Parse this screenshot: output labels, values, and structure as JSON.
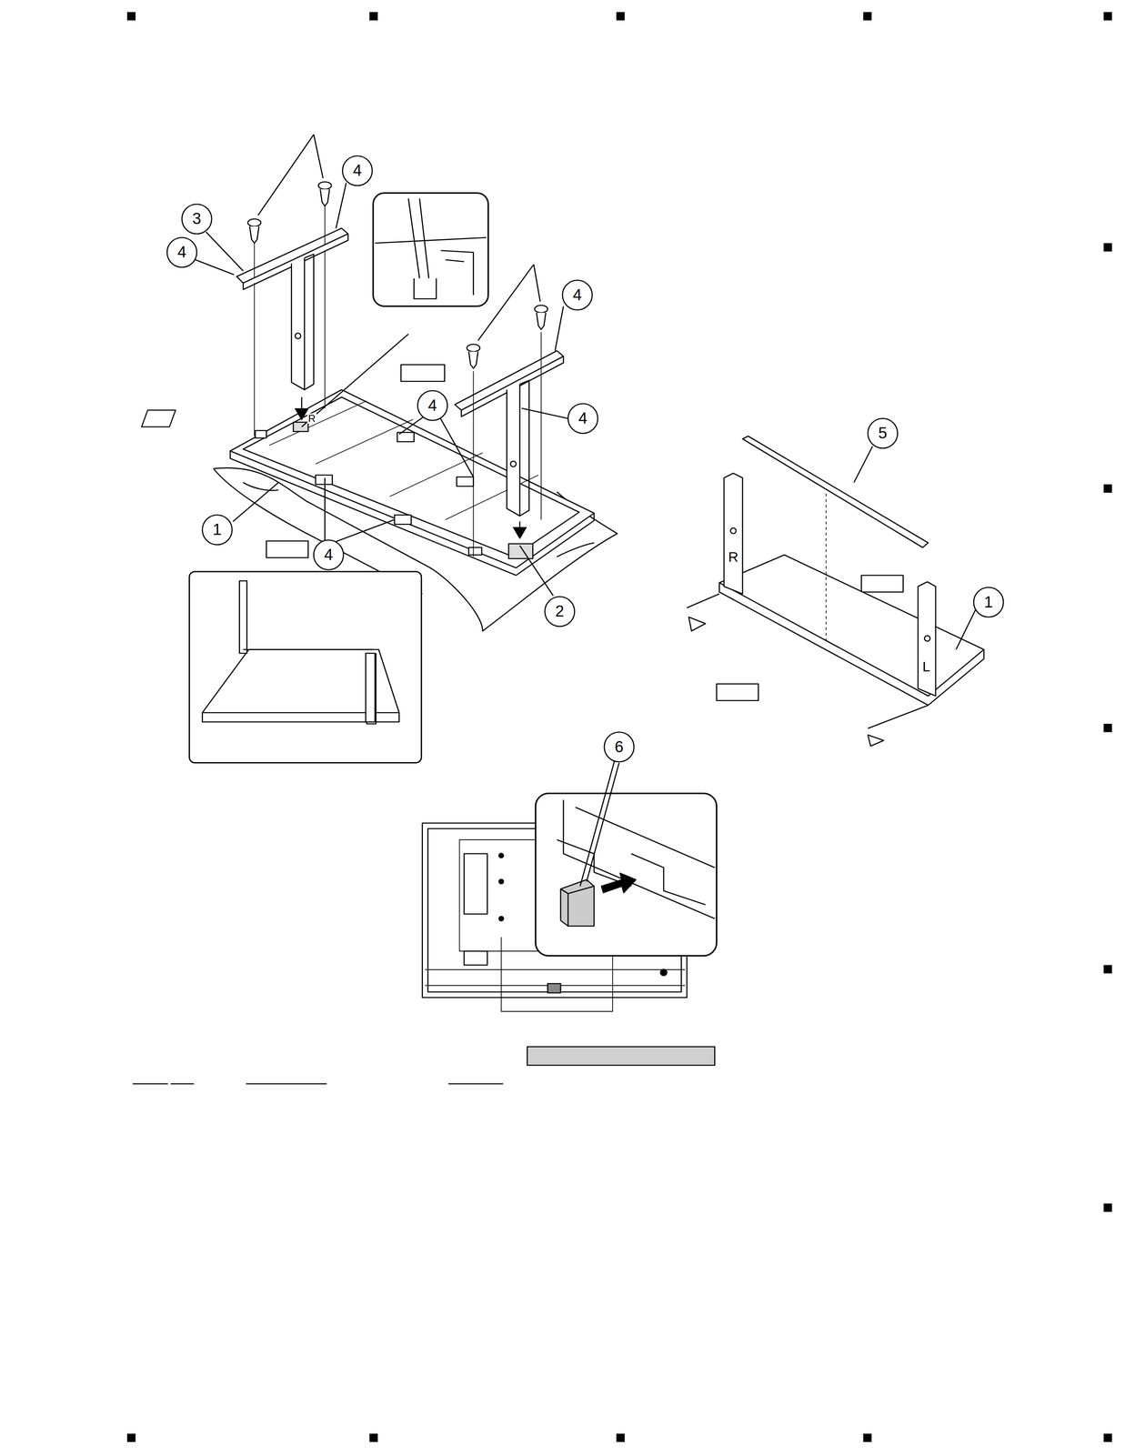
{
  "diagram": {
    "labels": [
      "4",
      "3",
      "4",
      "4",
      "4",
      "4",
      "1",
      "4",
      "2",
      "R",
      "5",
      "R",
      "1",
      "L",
      "6"
    ]
  }
}
